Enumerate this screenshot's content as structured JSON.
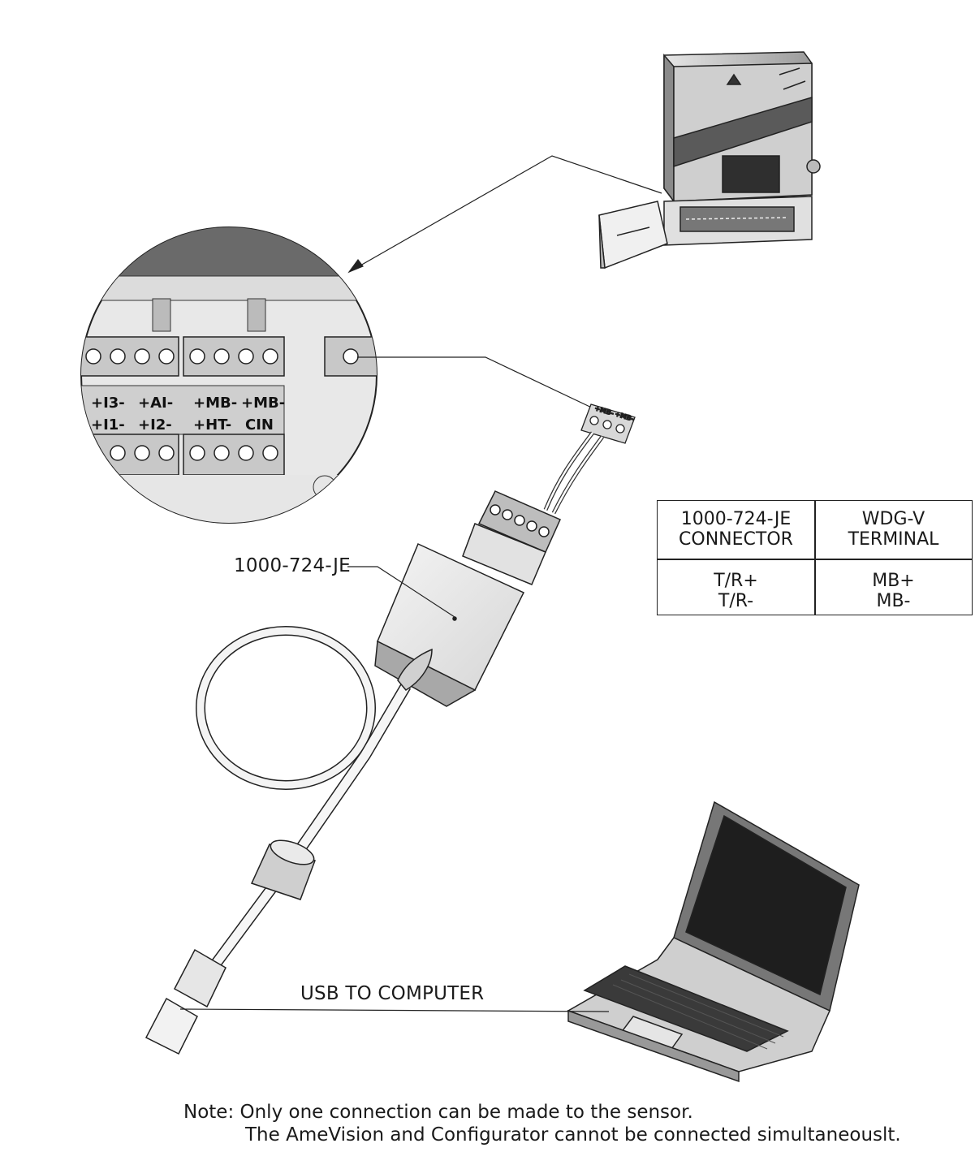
{
  "labels": {
    "adapter": "1000-724-JE",
    "usb": "USB TO COMPUTER"
  },
  "terminals": {
    "top_row": [
      "+I3-",
      "+AI-",
      "+MB-",
      "+MB-"
    ],
    "bottom_row": [
      "+I1-",
      "+I2-",
      "+HT-",
      "CIN"
    ],
    "plug": [
      "+MB-",
      "+MB-"
    ]
  },
  "table": {
    "col1_header": [
      "1000-724-JE",
      "CONNECTOR"
    ],
    "col2_header": [
      "WDG-V",
      "TERMINAL"
    ],
    "col1_rows": [
      "T/R+",
      "T/R-"
    ],
    "col2_rows": [
      "MB+",
      "MB-"
    ]
  },
  "note": {
    "line1": "Note: Only one connection can be made to the sensor.",
    "line2": "The AmeVision and Configurator cannot be connected simultaneouslt."
  },
  "colors": {
    "line": "#222222",
    "panel_grey": "#d4d4d4",
    "dark_grey": "#555555"
  }
}
